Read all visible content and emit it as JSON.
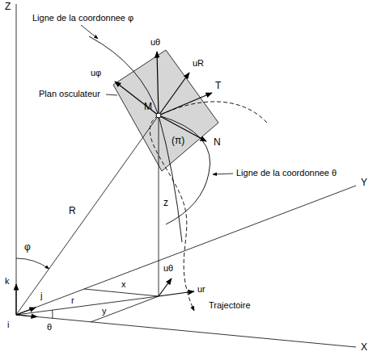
{
  "diagram": {
    "labels": [
      "Z",
      "Ligne de la coordonnee φ",
      "uφ",
      "uθ",
      "uR",
      "T",
      "Plan osculateur",
      "M",
      "(π)",
      "N",
      "Y",
      "φ",
      "R",
      "z",
      "Ligne de la coordonnee θ",
      "k",
      "j",
      "i",
      "x",
      "r",
      "uθ",
      "ur",
      "Trajectoire",
      "y",
      "θ",
      "X"
    ]
  }
}
